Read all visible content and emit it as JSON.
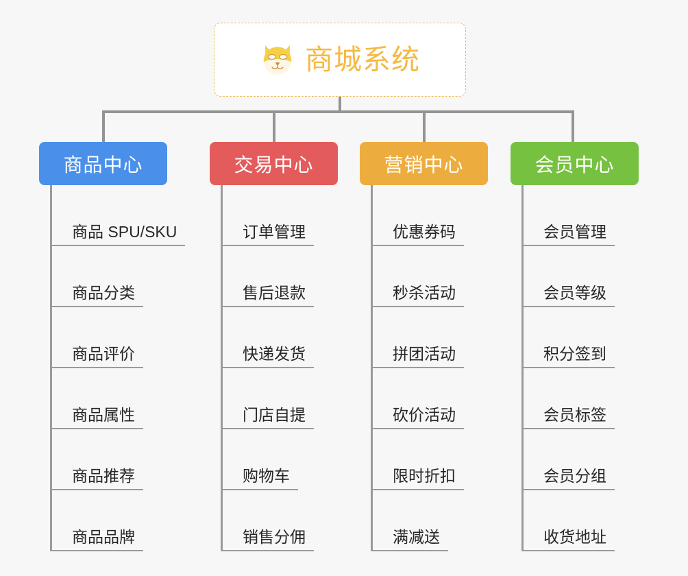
{
  "root": {
    "title": "商城系统",
    "icon": "shiba-dog-emoji",
    "border_color": "#f0b95a",
    "text_color": "#f5b942",
    "background": "#ffffff"
  },
  "canvas": {
    "background": "#f7f7f7",
    "connector_color": "#949494"
  },
  "columns": [
    {
      "label": "商品中心",
      "color": "#4a90ea",
      "items": [
        "商品 SPU/SKU",
        "商品分类",
        "商品评价",
        "商品属性",
        "商品推荐",
        "商品品牌"
      ]
    },
    {
      "label": "交易中心",
      "color": "#e35b5b",
      "items": [
        "订单管理",
        "售后退款",
        "快递发货",
        "门店自提",
        "购物车",
        "销售分佣"
      ]
    },
    {
      "label": "营销中心",
      "color": "#edad3e",
      "items": [
        "优惠券码",
        "秒杀活动",
        "拼团活动",
        "砍价活动",
        "限时折扣",
        "满减送"
      ]
    },
    {
      "label": "会员中心",
      "color": "#77c141",
      "items": [
        "会员管理",
        "会员等级",
        "积分签到",
        "会员标签",
        "会员分组",
        "收货地址"
      ]
    }
  ]
}
